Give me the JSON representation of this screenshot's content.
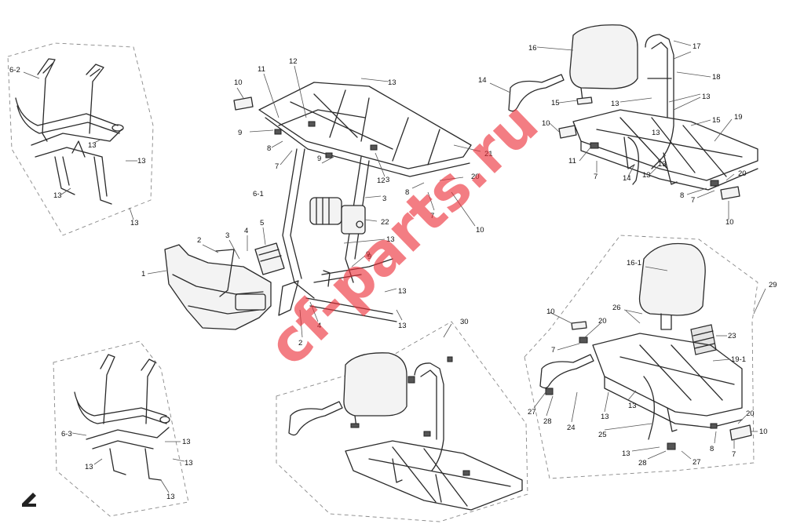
{
  "watermark": "cf-parts.ru",
  "callouts": {
    "main": [
      "1",
      "2",
      "3",
      "4",
      "5",
      "3",
      "9",
      "6-1",
      "11",
      "12",
      "10",
      "9",
      "8",
      "7",
      "13",
      "9",
      "3",
      "22",
      "12",
      "21",
      "8",
      "20",
      "7",
      "10",
      "13",
      "2",
      "4",
      "13",
      "9",
      "13"
    ],
    "kit_6_2": [
      "6-2",
      "13",
      "13",
      "13",
      "13"
    ],
    "kit_6_3": [
      "6-3",
      "13",
      "13",
      "13",
      "13"
    ],
    "kit_19": [
      "16",
      "17",
      "13",
      "18",
      "14",
      "15",
      "13",
      "13",
      "10",
      "15",
      "19",
      "11",
      "7",
      "14",
      "13",
      "13",
      "20",
      "8",
      "7",
      "10"
    ],
    "kit_30": [
      "30"
    ],
    "kit_29": [
      "16-1",
      "29",
      "26",
      "10",
      "20",
      "7",
      "23",
      "19-1",
      "27",
      "28",
      "13",
      "13",
      "24",
      "25",
      "20",
      "8",
      "10",
      "7",
      "13",
      "28",
      "27"
    ]
  },
  "icons": {
    "corner": "north-arrow-icon"
  }
}
